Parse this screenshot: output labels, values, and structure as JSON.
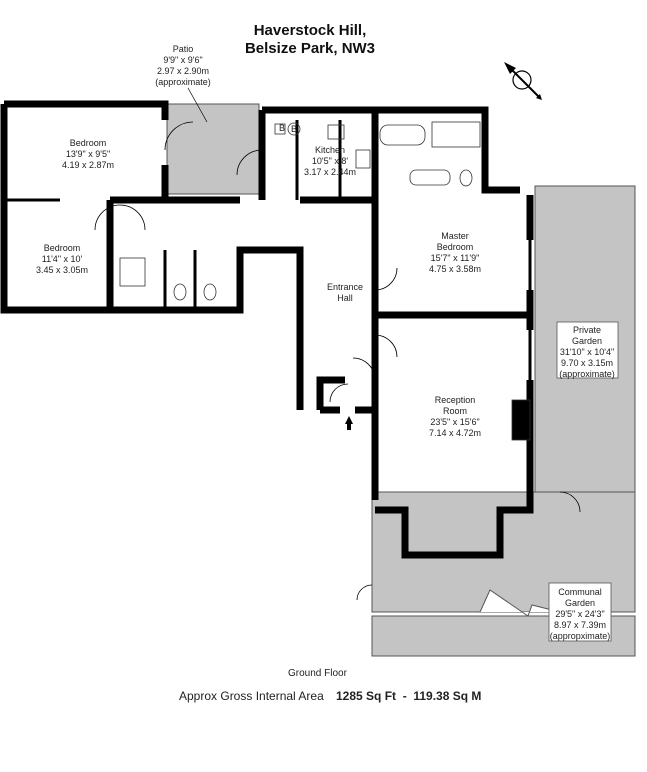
{
  "header": {
    "line1": "Haverstock Hill,",
    "line2": "Belsize Park, NW3"
  },
  "compass": {
    "icon": "north-arrow-compass-icon"
  },
  "rooms": {
    "patio": {
      "name": "Patio",
      "imperial": "9'9\" x 9'6\"",
      "metric": "2.97 x 2.90m",
      "note": "(approximate)"
    },
    "bedroom1": {
      "name": "Bedroom",
      "imperial": "13'9\" x 9'5\"",
      "metric": "4.19 x 2.87m"
    },
    "kitchen": {
      "name": "Kitchen",
      "imperial": "10'5\" x 8'",
      "metric": "3.17 x 2.44m",
      "boiler1": "B",
      "boiler2": "B"
    },
    "bedroom2": {
      "name": "Bedroom",
      "imperial": "11'4\" x 10'",
      "metric": "3.45 x 3.05m"
    },
    "master": {
      "name1": "Master",
      "name2": "Bedroom",
      "imperial": "15'7\" x 11'9\"",
      "metric": "4.75 x 3.58m"
    },
    "hall": {
      "name1": "Entrance",
      "name2": "Hall"
    },
    "reception": {
      "name1": "Reception",
      "name2": "Room",
      "imperial": "23'5\" x 15'6\"",
      "metric": "7.14 x 4.72m"
    },
    "private_garden": {
      "name1": "Private",
      "name2": "Garden",
      "imperial": "31'10\" x 10'4\"",
      "metric": "9.70 x 3.15m",
      "note": "(approximate)"
    },
    "communal_garden": {
      "name1": "Communal",
      "name2": "Garden",
      "imperial": "29'5\" x 24'3\"",
      "metric": "8.97 x 7.39m",
      "note": "(appropximate)"
    }
  },
  "footer": {
    "floor": "Ground Floor",
    "area_label": "Approx Gross Internal Area",
    "area_value": "1285 Sq Ft  -  119.38 Sq M"
  }
}
